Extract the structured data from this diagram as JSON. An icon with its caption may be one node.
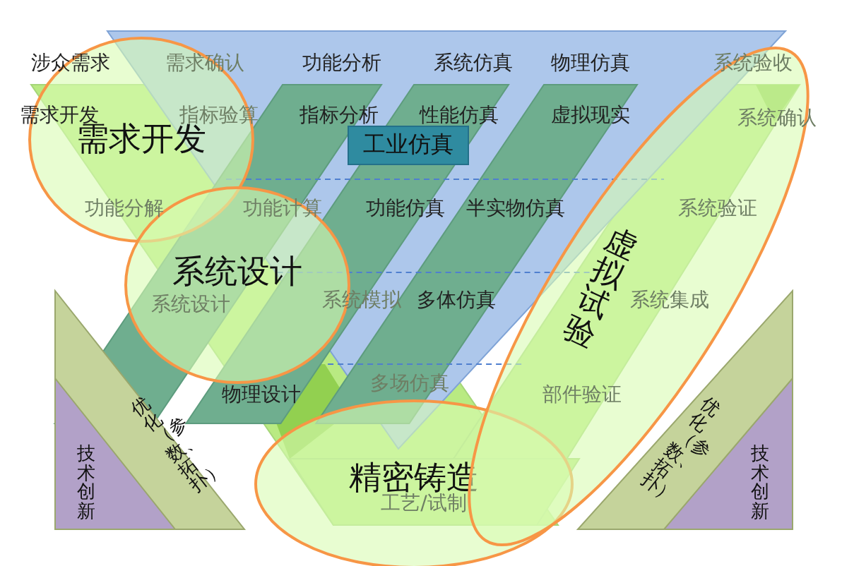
{
  "diagram": {
    "nodes": [
      {
        "text": [
          "需求开发"
        ]
      },
      {
        "text": [
          "系统设计"
        ]
      },
      {
        "text": [
          "精密铸造"
        ]
      },
      {
        "text": [
          "虚拟试验"
        ]
      },
      {
        "text": [
          "工业仿真"
        ]
      },
      {
        "text": [
          "优化（参数、拓扑）"
        ]
      },
      {
        "text": [
          "技术创新"
        ],
        "in": 5
      },
      {
        "text": [
          "优化（参数、拓扑）"
        ]
      },
      {
        "text": [
          "技术创新"
        ],
        "in": 7
      }
    ],
    "edges": [],
    "labels": [
      "涉众需求",
      "需求确认",
      "功能分析",
      "系统仿真",
      "物理仿真",
      "系统验收",
      "需求开发",
      "指标验算",
      "指标分析",
      "性能仿真",
      "虚拟现实",
      "系统确认",
      "功能分解",
      "功能计算",
      "功能仿真",
      "半实物仿真",
      "系统验证",
      "系统设计",
      "系统模拟",
      "多体仿真",
      "系统集成",
      "物理设计",
      "多场仿真",
      "部件验证",
      "工艺/试制"
    ]
  }
}
